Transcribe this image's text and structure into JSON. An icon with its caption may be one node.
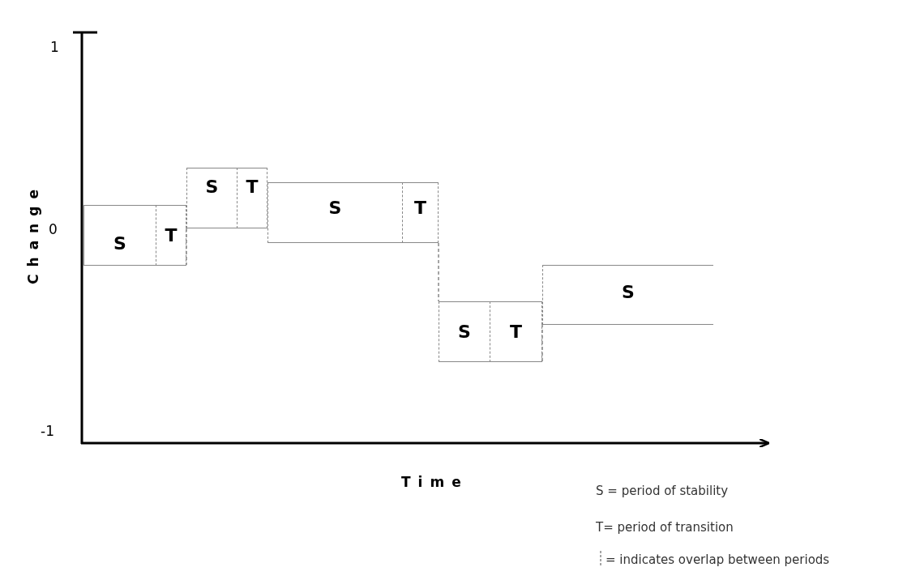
{
  "diagram": {
    "nodes": [
      {
        "text": [
          "S"
        ]
      },
      {
        "text": [
          "T"
        ]
      },
      {
        "text": [
          "S"
        ]
      },
      {
        "text": [
          "T"
        ]
      },
      {
        "text": [
          "S"
        ]
      },
      {
        "text": [
          "T"
        ]
      },
      {
        "text": [
          "S"
        ]
      },
      {
        "text": [
          "T"
        ]
      },
      {
        "text": [
          "S"
        ]
      }
    ],
    "edges": [],
    "labels": [
      "1",
      "0",
      "-1",
      "Change",
      "Time",
      "S = period of stability",
      "T= period of transition"
    ],
    "legend": [
      {
        "text": "= indicates overlap between periods"
      }
    ]
  }
}
